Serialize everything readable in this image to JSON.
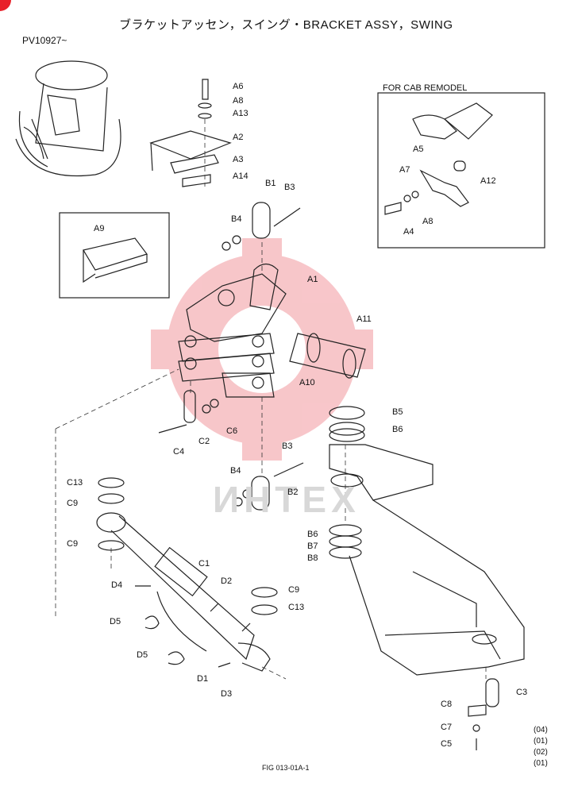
{
  "header": {
    "title": "ブラケットアッセン，スイング・BRACKET ASSY，SWING",
    "serial": "PV10927~"
  },
  "inset": {
    "title": "FOR CAB REMODEL"
  },
  "watermark": "ИНТЕХ",
  "figure_id": "FIG 013-01A-1",
  "revisions": [
    "(04)",
    "(01)",
    "(02)",
    "(01)"
  ],
  "parts": {
    "A1": "A1",
    "A2": "A2",
    "A3": "A3",
    "A4": "A4",
    "A5": "A5",
    "A6": "A6",
    "A7": "A7",
    "A8": "A8",
    "A8b": "A8",
    "A9": "A9",
    "A10": "A10",
    "A11": "A11",
    "A12": "A12",
    "A13": "A13",
    "A14": "A14",
    "B1": "B1",
    "B2": "B2",
    "B3": "B3",
    "B3b": "B3",
    "B4": "B4",
    "B4b": "B4",
    "B5": "B5",
    "B6": "B6",
    "B6b": "B6",
    "B7": "B7",
    "B8": "B8",
    "C1": "C1",
    "C2": "C2",
    "C3": "C3",
    "C4": "C4",
    "C5": "C5",
    "C6": "C6",
    "C7": "C7",
    "C8": "C8",
    "C9": "C9",
    "C9b": "C9",
    "C9c": "C9",
    "C13": "C13",
    "C13b": "C13",
    "D1": "D1",
    "D2": "D2",
    "D3": "D3",
    "D4": "D4",
    "D5": "D5",
    "D5b": "D5"
  },
  "colors": {
    "line": "#222222",
    "watermark_red": "#f2a0a8",
    "corner_badge": "#e8202a"
  }
}
